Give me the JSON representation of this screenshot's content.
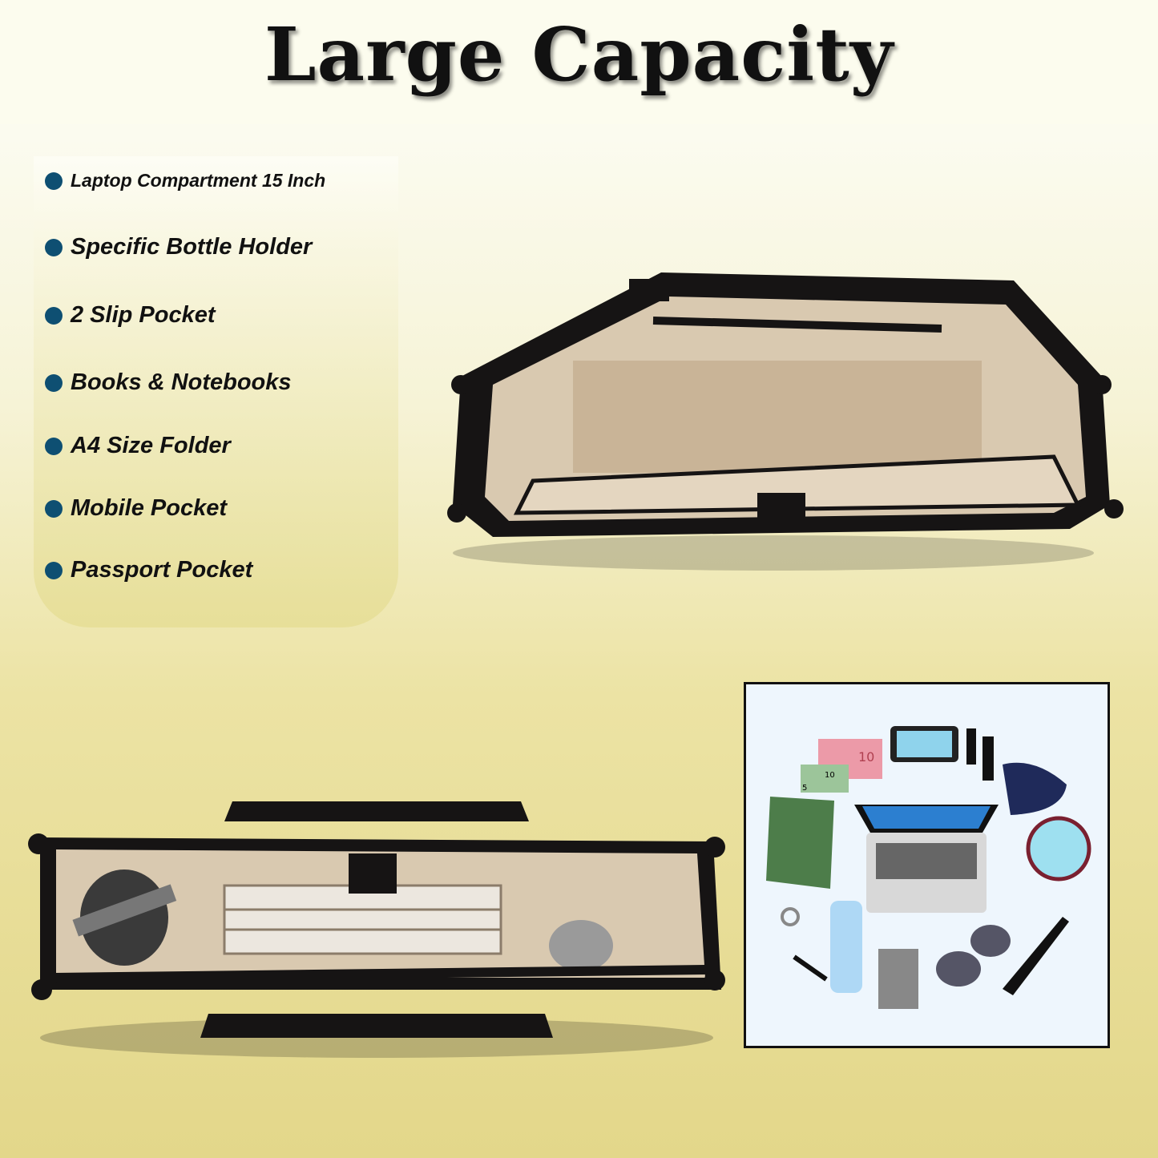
{
  "title": "Large Capacity",
  "features": [
    {
      "label": "Laptop Compartment 15 Inch"
    },
    {
      "label": "Specific Bottle Holder"
    },
    {
      "label": "2 Slip Pocket"
    },
    {
      "label": "Books & Notebooks"
    },
    {
      "label": "A4 Size Folder"
    },
    {
      "label": "Mobile Pocket"
    },
    {
      "label": "Passport Pocket"
    }
  ],
  "illustration": {
    "note_a": "10",
    "note_b": "5",
    "note_c": "10"
  },
  "colors": {
    "bullet": "#0e4f72",
    "bag": "#161414",
    "lining": "#d9c9b0"
  }
}
